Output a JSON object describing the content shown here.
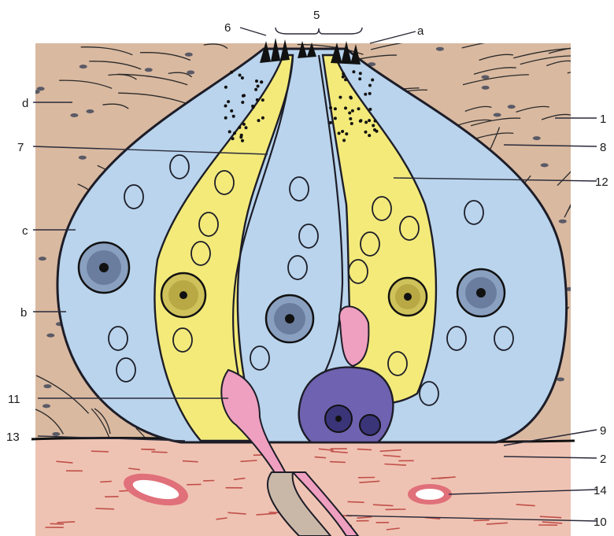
{
  "labels": {
    "n1": "1",
    "n2": "2",
    "n5": "5",
    "n6": "6",
    "n7": "7",
    "n8": "8",
    "n9": "9",
    "n10": "10",
    "n11": "11",
    "n12": "12",
    "n13": "13",
    "n14": "14",
    "a": "a",
    "b": "b",
    "c": "c",
    "d": "d"
  },
  "colors": {
    "epithelium_bg": "#d9b9a0",
    "supporting_cell": "#b9d4ec",
    "receptor_cell": "#f3ea7a",
    "connective_tissue": "#efc3b3",
    "basal_cell": "#6f62b0",
    "nerve_fiber": "#ef9fbf",
    "outline": "#1d1d28"
  }
}
